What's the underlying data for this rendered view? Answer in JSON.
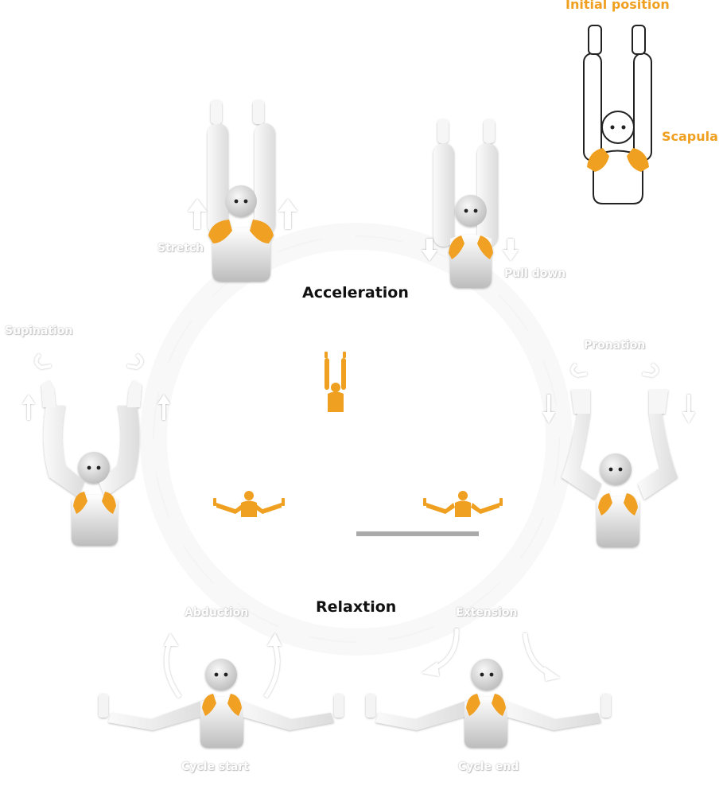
{
  "labels": {
    "initial_position": "Initial position",
    "scapula": "Scapula",
    "stretch": "Stretch",
    "pull_down": "Pull down",
    "acceleration": "Acceleration",
    "supination": "Supination",
    "pronation": "Pronation",
    "abduction": "Abduction",
    "relaxtion": "Relaxtion",
    "extension": "Extension",
    "cycle_start": "Cycle start",
    "cycle_end": "Cycle end"
  },
  "colors": {
    "accent": "#F0A020",
    "figure_light": "#eeeeee",
    "figure_shade": "#c4c4c4",
    "baseline": "#aaaaaa",
    "text_dark": "#111111"
  }
}
